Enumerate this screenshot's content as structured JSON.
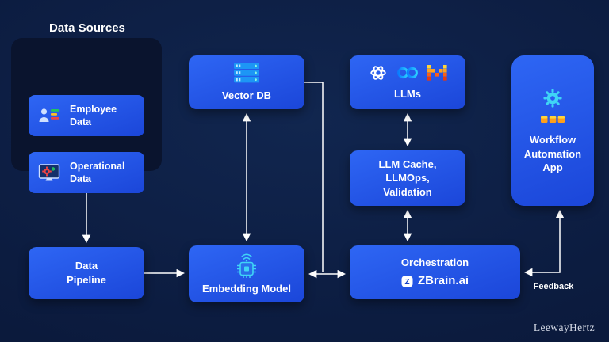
{
  "page": {
    "title": "Data Sources",
    "watermark": "LeewayHertz",
    "feedback_label": "Feedback"
  },
  "nodes": {
    "employee": {
      "label": "Employee Data",
      "icon": "person-chart-icon"
    },
    "operational": {
      "label": "Operational Data",
      "icon": "monitor-gears-icon"
    },
    "pipeline": {
      "label": "Data Pipeline"
    },
    "vector_db": {
      "label": "Vector DB",
      "icon": "server-stack-icon"
    },
    "embedding": {
      "label": "Embedding Model",
      "icon": "chip-signal-icon"
    },
    "llms": {
      "label": "LLMs",
      "icons": [
        "openai-icon",
        "meta-icon",
        "mistral-icon"
      ]
    },
    "cache": {
      "label": "LLM Cache, LLMOps, Validation"
    },
    "orchestration": {
      "label": "Orchestration",
      "brand": "ZBrain.ai",
      "icon": "zbrain-logo-icon"
    },
    "workflow": {
      "label": "Workflow Automation App",
      "icon": "gear-boxes-icon"
    }
  },
  "colors": {
    "background": "#0C1D42",
    "panel": "#0A142E",
    "box_top": "#2E66F4",
    "box_bottom": "#1B46D9",
    "arrow": "#FFFFFF",
    "accent_cyan": "#3FD4F6"
  }
}
